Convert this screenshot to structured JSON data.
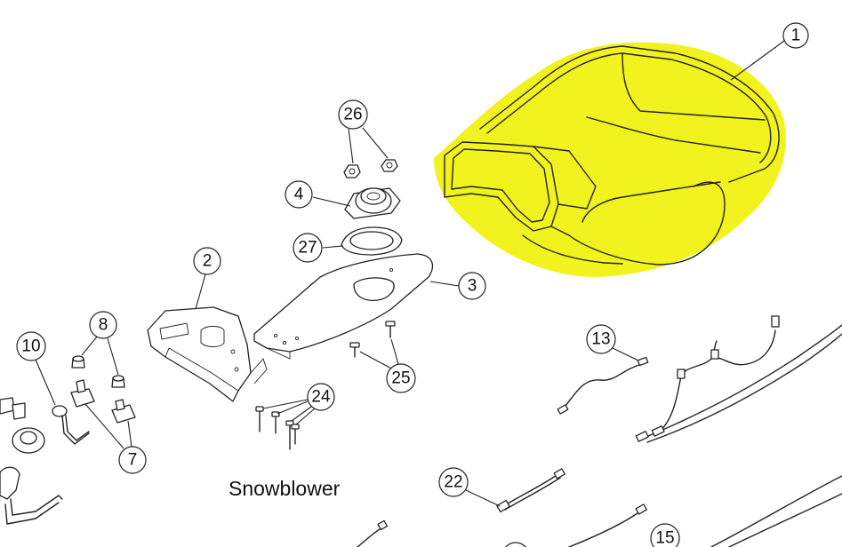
{
  "caption": "Snowblower",
  "highlight_color": "#f2f21f",
  "callouts": {
    "c1": "1",
    "c2": "2",
    "c3": "3",
    "c4": "4",
    "c7": "7",
    "c8": "8",
    "c10": "10",
    "c13": "13",
    "c15": "15",
    "c22": "22",
    "c24": "24",
    "c25": "25",
    "c26": "26",
    "c27": "27"
  }
}
